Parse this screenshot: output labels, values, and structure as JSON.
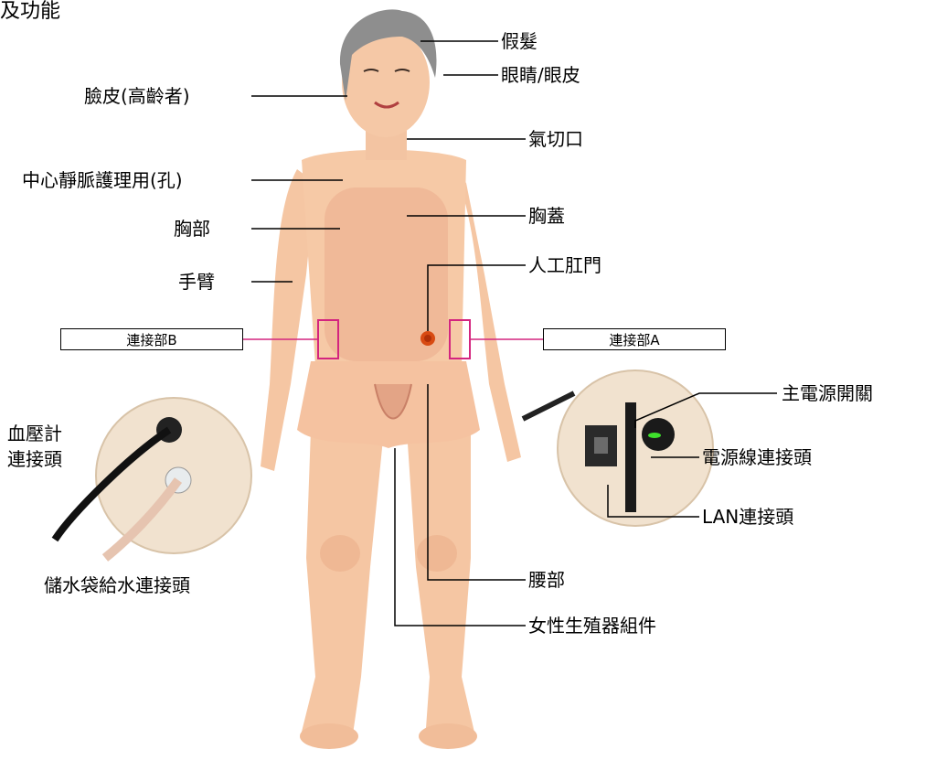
{
  "title": "及功能",
  "colors": {
    "skin": "#f6c9a6",
    "skin_shade": "#e6a785",
    "hair": "#8a8a8a",
    "pink_marker": "#d4257f",
    "disc": "#f1e2cf"
  },
  "labels": {
    "wig": "假髮",
    "eyes": "眼睛/眼皮",
    "face": "臉皮(高齡者)",
    "trach": "氣切口",
    "cvc": "中心靜脈護理用(孔)",
    "chest": "胸部",
    "chest_cover": "胸蓋",
    "arm": "手臂",
    "stoma": "人工肛門",
    "conn_b": "連接部B",
    "conn_a": "連接部A",
    "main_power": "主電源開關",
    "bp_connector": "血壓計\n連接頭",
    "power_connector": "電源線連接頭",
    "lan_connector": "LAN連接頭",
    "water_connector": "儲水袋給水連接頭",
    "waist": "腰部",
    "genital": "女性生殖器組件"
  }
}
